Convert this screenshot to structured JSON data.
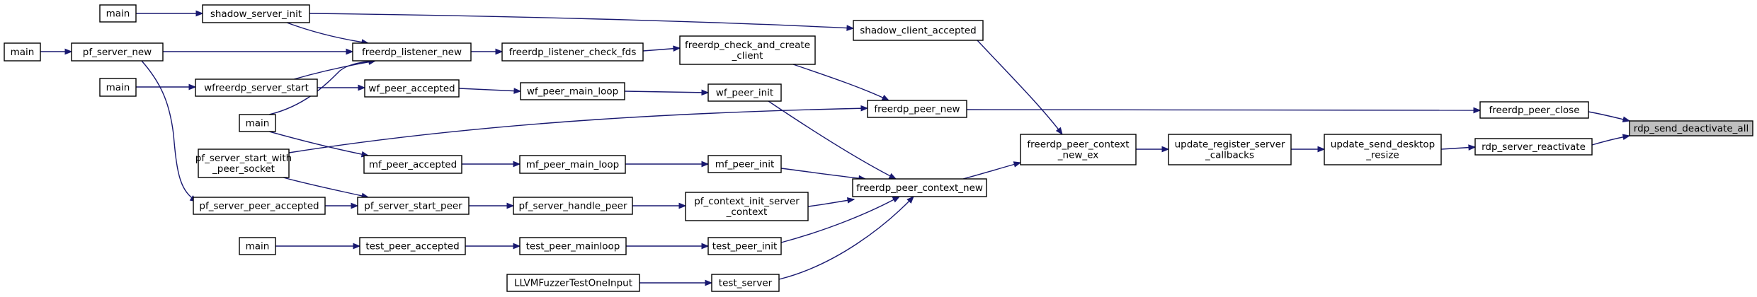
{
  "graph": {
    "title": "",
    "nodes": [
      {
        "id": "rdp_send_deactivate_all",
        "lines": [
          "rdp_send_deactivate_all"
        ],
        "root": true
      },
      {
        "id": "freerdp_peer_close",
        "lines": [
          "freerdp_peer_close"
        ]
      },
      {
        "id": "rdp_server_reactivate",
        "lines": [
          "rdp_server_reactivate"
        ]
      },
      {
        "id": "freerdp_peer_new",
        "lines": [
          "freerdp_peer_new"
        ]
      },
      {
        "id": "update_send_desktop_resize",
        "lines": [
          "update_send_desktop",
          "_resize"
        ]
      },
      {
        "id": "update_register_server_callbacks",
        "lines": [
          "update_register_server",
          "_callbacks"
        ]
      },
      {
        "id": "freerdp_peer_context_new_ex",
        "lines": [
          "freerdp_peer_context",
          "_new_ex"
        ]
      },
      {
        "id": "shadow_client_accepted",
        "lines": [
          "shadow_client_accepted"
        ]
      },
      {
        "id": "freerdp_peer_context_new",
        "lines": [
          "freerdp_peer_context_new"
        ]
      },
      {
        "id": "freerdp_check_and_create_client",
        "lines": [
          "freerdp_check_and_create",
          "_client"
        ]
      },
      {
        "id": "wf_peer_init",
        "lines": [
          "wf_peer_init"
        ]
      },
      {
        "id": "pf_server_start_with_peer_socket",
        "lines": [
          "pf_server_start_with",
          "_peer_socket"
        ]
      },
      {
        "id": "mf_peer_init",
        "lines": [
          "mf_peer_init"
        ]
      },
      {
        "id": "pf_context_init_server_context",
        "lines": [
          "pf_context_init_server",
          "_context"
        ]
      },
      {
        "id": "test_peer_init",
        "lines": [
          "test_peer_init"
        ]
      },
      {
        "id": "test_server",
        "lines": [
          "test_server"
        ]
      },
      {
        "id": "freerdp_listener_check_fds",
        "lines": [
          "freerdp_listener_check_fds"
        ]
      },
      {
        "id": "freerdp_listener_new",
        "lines": [
          "freerdp_listener_new"
        ]
      },
      {
        "id": "wf_peer_main_loop",
        "lines": [
          "wf_peer_main_loop"
        ]
      },
      {
        "id": "mf_peer_main_loop",
        "lines": [
          "mf_peer_main_loop"
        ]
      },
      {
        "id": "pf_server_handle_peer",
        "lines": [
          "pf_server_handle_peer"
        ]
      },
      {
        "id": "test_peer_mainloop",
        "lines": [
          "test_peer_mainloop"
        ]
      },
      {
        "id": "LLVMFuzzerTestOneInput",
        "lines": [
          "LLVMFuzzerTestOneInput"
        ]
      },
      {
        "id": "shadow_server_init",
        "lines": [
          "shadow_server_init"
        ]
      },
      {
        "id": "pf_server_new",
        "lines": [
          "pf_server_new"
        ]
      },
      {
        "id": "wfreerdp_server_start",
        "lines": [
          "wfreerdp_server_start"
        ]
      },
      {
        "id": "wf_peer_accepted",
        "lines": [
          "wf_peer_accepted"
        ]
      },
      {
        "id": "mf_peer_accepted",
        "lines": [
          "mf_peer_accepted"
        ]
      },
      {
        "id": "pf_server_start_peer",
        "lines": [
          "pf_server_start_peer"
        ]
      },
      {
        "id": "test_peer_accepted",
        "lines": [
          "test_peer_accepted"
        ]
      },
      {
        "id": "pf_server_peer_accepted",
        "lines": [
          "pf_server_peer_accepted"
        ]
      },
      {
        "id": "main_1",
        "lines": [
          "main"
        ]
      },
      {
        "id": "main_2",
        "lines": [
          "main"
        ]
      },
      {
        "id": "main_3",
        "lines": [
          "main"
        ]
      },
      {
        "id": "main_4",
        "lines": [
          "main"
        ]
      },
      {
        "id": "main_5",
        "lines": [
          "main"
        ]
      }
    ],
    "edges": [
      [
        "freerdp_peer_close",
        "rdp_send_deactivate_all"
      ],
      [
        "rdp_server_reactivate",
        "rdp_send_deactivate_all"
      ],
      [
        "freerdp_peer_new",
        "freerdp_peer_close"
      ],
      [
        "update_send_desktop_resize",
        "rdp_server_reactivate"
      ],
      [
        "update_register_server_callbacks",
        "update_send_desktop_resize"
      ],
      [
        "freerdp_peer_context_new_ex",
        "update_register_server_callbacks"
      ],
      [
        "shadow_client_accepted",
        "freerdp_peer_context_new_ex"
      ],
      [
        "freerdp_peer_context_new",
        "freerdp_peer_context_new_ex"
      ],
      [
        "freerdp_check_and_create_client",
        "freerdp_peer_new"
      ],
      [
        "wf_peer_init",
        "freerdp_peer_context_new"
      ],
      [
        "mf_peer_init",
        "freerdp_peer_context_new"
      ],
      [
        "pf_context_init_server_context",
        "freerdp_peer_context_new"
      ],
      [
        "test_peer_init",
        "freerdp_peer_context_new"
      ],
      [
        "test_server",
        "freerdp_peer_context_new"
      ],
      [
        "pf_server_start_with_peer_socket",
        "freerdp_peer_new"
      ],
      [
        "freerdp_listener_check_fds",
        "freerdp_check_and_create_client"
      ],
      [
        "freerdp_listener_new",
        "freerdp_listener_check_fds"
      ],
      [
        "shadow_server_init",
        "shadow_client_accepted"
      ],
      [
        "wf_peer_main_loop",
        "wf_peer_init"
      ],
      [
        "mf_peer_main_loop",
        "mf_peer_init"
      ],
      [
        "pf_server_handle_peer",
        "pf_context_init_server_context"
      ],
      [
        "test_peer_mainloop",
        "test_peer_init"
      ],
      [
        "LLVMFuzzerTestOneInput",
        "test_server"
      ],
      [
        "shadow_server_init",
        "freerdp_listener_new"
      ],
      [
        "pf_server_new",
        "freerdp_listener_new"
      ],
      [
        "wfreerdp_server_start",
        "freerdp_listener_new"
      ],
      [
        "main_4",
        "freerdp_listener_new"
      ],
      [
        "wf_peer_accepted",
        "wf_peer_main_loop"
      ],
      [
        "mf_peer_accepted",
        "mf_peer_main_loop"
      ],
      [
        "pf_server_start_peer",
        "pf_server_handle_peer"
      ],
      [
        "test_peer_accepted",
        "test_peer_mainloop"
      ],
      [
        "wfreerdp_server_start",
        "wf_peer_accepted"
      ],
      [
        "main_4",
        "mf_peer_accepted"
      ],
      [
        "pf_server_start_with_peer_socket",
        "pf_server_start_peer"
      ],
      [
        "pf_server_peer_accepted",
        "pf_server_start_peer"
      ],
      [
        "main_5",
        "test_peer_accepted"
      ],
      [
        "main_1",
        "shadow_server_init"
      ],
      [
        "main_2",
        "pf_server_new"
      ],
      [
        "main_3",
        "wfreerdp_server_start"
      ],
      [
        "pf_server_new",
        "pf_server_peer_accepted"
      ]
    ]
  }
}
